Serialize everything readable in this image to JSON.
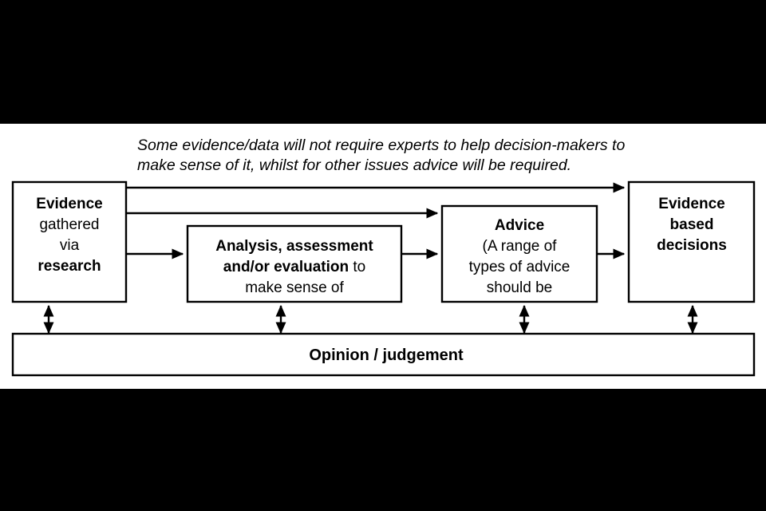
{
  "figure": {
    "background_color": "#000000",
    "canvas_color": "#ffffff",
    "line_color": "#000000",
    "caption": {
      "line1": "Some evidence/data will not require experts to help decision-makers to",
      "line2": "make sense of it, whilst for other issues advice will be required."
    },
    "boxes": [
      {
        "id": "evidence",
        "lines": [
          {
            "text": "Evidence",
            "weight": "bold"
          },
          {
            "text": "gathered",
            "weight": "normal"
          },
          {
            "text": "via",
            "weight": "normal"
          },
          {
            "text": "research",
            "weight": "bold"
          }
        ]
      },
      {
        "id": "analysis",
        "lines": [
          {
            "text": "Analysis, assessment",
            "weight": "bold"
          },
          {
            "text": "and/or evaluation to",
            "weight": "mixed",
            "bold_part": "and/or evaluation",
            "normal_part": " to"
          },
          {
            "text": "make sense of",
            "weight": "normal"
          }
        ]
      },
      {
        "id": "advice",
        "lines": [
          {
            "text": "Advice",
            "weight": "bold"
          },
          {
            "text": "(A range of",
            "weight": "normal"
          },
          {
            "text": "types of advice",
            "weight": "normal"
          },
          {
            "text": "should be",
            "weight": "normal"
          }
        ]
      },
      {
        "id": "decisions",
        "lines": [
          {
            "text": "Evidence",
            "weight": "bold"
          },
          {
            "text": "based",
            "weight": "bold"
          },
          {
            "text": "decisions",
            "weight": "bold"
          }
        ]
      }
    ],
    "bottom_bar": {
      "id": "opinion",
      "label": "Opinion / judgement"
    },
    "flow_arrows": [
      {
        "from": "evidence",
        "to": "decisions",
        "style": "single-headed"
      },
      {
        "from": "evidence",
        "to": "advice",
        "style": "single-headed"
      },
      {
        "from": "evidence",
        "to": "analysis",
        "style": "single-headed"
      },
      {
        "from": "analysis",
        "to": "advice",
        "style": "single-headed"
      },
      {
        "from": "advice",
        "to": "decisions",
        "style": "single-headed"
      }
    ],
    "link_arrows": [
      {
        "from": "evidence",
        "to": "opinion",
        "style": "double-headed"
      },
      {
        "from": "analysis",
        "to": "opinion",
        "style": "double-headed"
      },
      {
        "from": "advice",
        "to": "opinion",
        "style": "double-headed"
      },
      {
        "from": "decisions",
        "to": "opinion",
        "style": "double-headed"
      }
    ]
  }
}
